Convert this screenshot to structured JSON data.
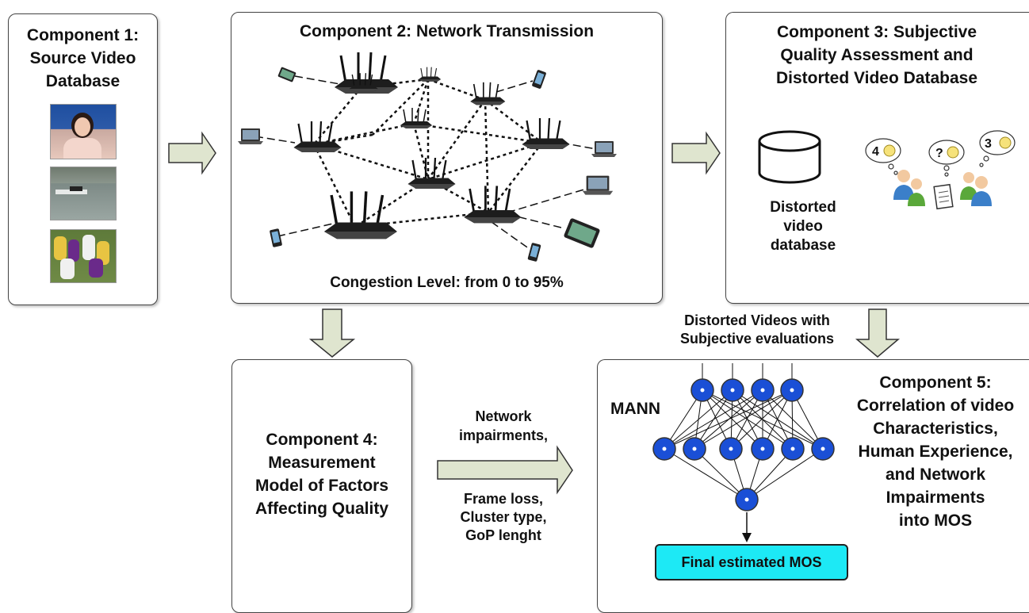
{
  "component1": {
    "title": "Component 1:\nSource Video\nDatabase"
  },
  "component2": {
    "title": "Component 2: Network Transmission",
    "caption": "Congestion Level: from 0 to 95%"
  },
  "component3": {
    "title": "Component 3: Subjective\nQuality Assessment and\nDistorted Video Database",
    "db_label": "Distorted\nvideo\ndatabase",
    "ratings": [
      "4",
      "?",
      "3"
    ]
  },
  "component4": {
    "title": "Component 4:\nMeasurement\nModel of Factors\nAffecting Quality"
  },
  "component5": {
    "title": "Component 5:\nCorrelation of video\nCharacteristics,\nHuman Experience,\nand Network\nImpairments\ninto MOS",
    "mann_label": "MANN",
    "output_label": "Final estimated MOS"
  },
  "edges": {
    "c3_to_c5": "Distorted Videos with\nSubjective evaluations",
    "c4_to_c5_top": "Network\nimpairments,",
    "c4_to_c5_bottom": "Frame loss,\nCluster type,\nGoP lenght"
  },
  "colors": {
    "arrow_fill": "#dfe5cf",
    "neuron": "#1a4fd6",
    "output_box": "#1de9f5"
  }
}
